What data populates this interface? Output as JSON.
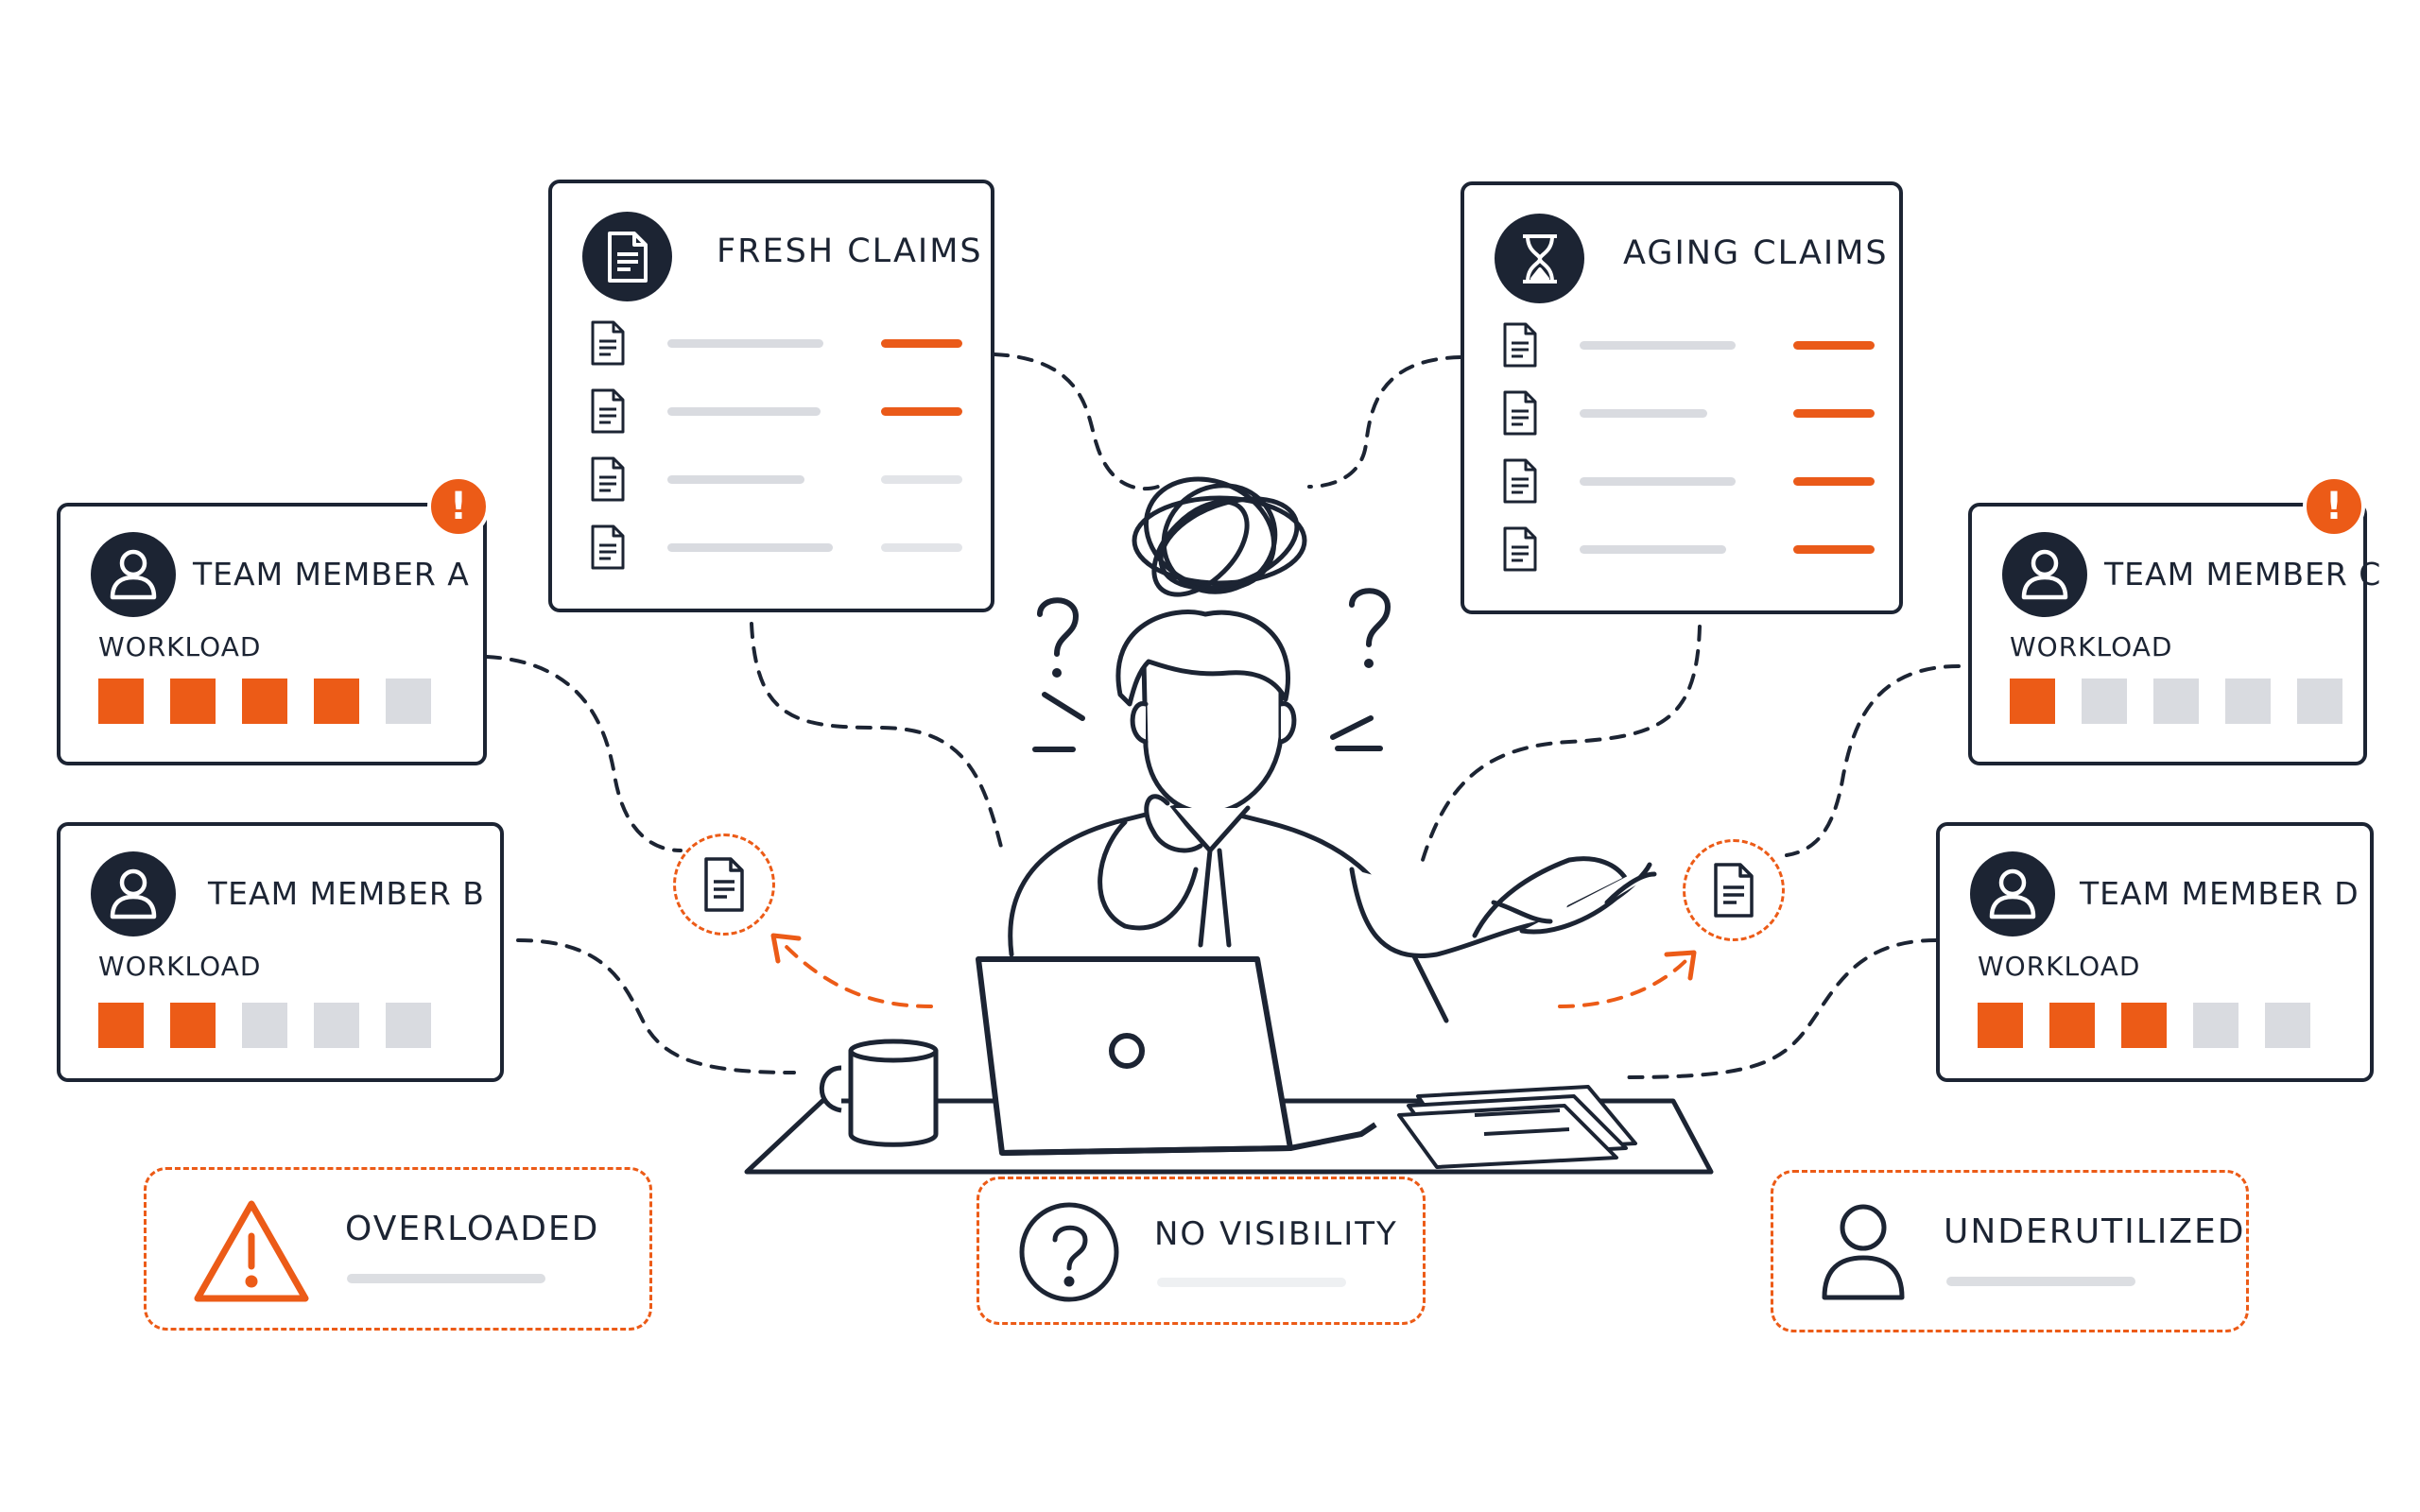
{
  "fresh_claims": {
    "title": "FRESH CLAIMS",
    "icon": "document-icon",
    "rows": [
      {
        "status_color": "#ea5a19"
      },
      {
        "status_color": "#ea5a19"
      },
      {
        "status_color": "#e2e4e8"
      },
      {
        "status_color": "#e2e4e8"
      }
    ]
  },
  "aging_claims": {
    "title": "AGING CLAIMS",
    "icon": "hourglass-icon",
    "rows": [
      {
        "status_color": "#ea5a19"
      },
      {
        "status_color": "#ea5a19"
      },
      {
        "status_color": "#ea5a19"
      },
      {
        "status_color": "#ea5a19"
      }
    ]
  },
  "team_members": [
    {
      "name": "TEAM MEMBER A",
      "workload_label": "WORKLOAD",
      "workload_filled": 4,
      "workload_total": 5,
      "alert": true
    },
    {
      "name": "TEAM MEMBER B",
      "workload_label": "WORKLOAD",
      "workload_filled": 2,
      "workload_total": 5,
      "alert": false
    },
    {
      "name": "TEAM MEMBER C",
      "workload_label": "WORKLOAD",
      "workload_filled": 1,
      "workload_total": 5,
      "alert": true
    },
    {
      "name": "TEAM MEMBER D",
      "workload_label": "WORKLOAD",
      "workload_filled": 3,
      "workload_total": 5,
      "alert": false
    }
  ],
  "alert_symbol": "!",
  "statuses": {
    "overloaded": {
      "label": "OVERLOADED",
      "icon": "warning-icon"
    },
    "no_visibility": {
      "label": "NO VISIBILITY",
      "icon": "question-icon"
    },
    "underutilized": {
      "label": "UNDERUTILIZED",
      "icon": "person-icon"
    }
  },
  "colors": {
    "accent": "#ec5b17",
    "ink": "#1c2433",
    "muted": "#d9dbe0"
  }
}
